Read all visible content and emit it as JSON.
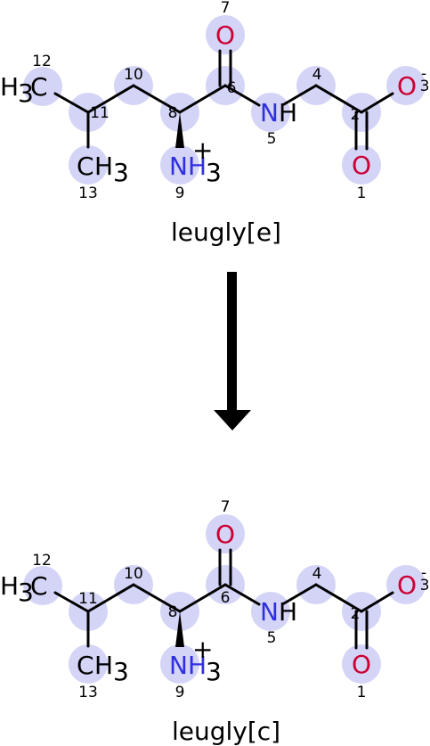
{
  "colors": {
    "carbon": "#000000",
    "oxygen": "#cc0033",
    "nitrogen": "#3030e0",
    "highlight": "#c9c9f5",
    "arrow": "#000000"
  },
  "molecules": [
    {
      "label": "leugly[e]",
      "atoms": {
        "a1": {
          "index": "1",
          "symbol": "O"
        },
        "a2": {
          "index": "2"
        },
        "a3": {
          "index": "3",
          "symbol": "O",
          "charge": "-"
        },
        "a4": {
          "index": "4"
        },
        "a5": {
          "index": "5",
          "symbol": "N",
          "h": "H"
        },
        "a6": {
          "index": "6"
        },
        "a7": {
          "index": "7",
          "symbol": "O"
        },
        "a8": {
          "index": "8"
        },
        "a9": {
          "index": "9",
          "symbol": "N",
          "h": "H",
          "hsub": "3",
          "charge": "+"
        },
        "a10": {
          "index": "10"
        },
        "a11": {
          "index": "11"
        },
        "a12": {
          "index": "12",
          "h": "H",
          "hsub": "3",
          "symbol": "C"
        },
        "a13": {
          "index": "13",
          "symbol": "C",
          "h": "H",
          "hsub": "3"
        }
      }
    },
    {
      "label": "leugly[c]",
      "atoms": {
        "a1": {
          "index": "1",
          "symbol": "O"
        },
        "a2": {
          "index": "2"
        },
        "a3": {
          "index": "3",
          "symbol": "O",
          "charge": "-"
        },
        "a4": {
          "index": "4"
        },
        "a5": {
          "index": "5",
          "symbol": "N",
          "h": "H"
        },
        "a6": {
          "index": "6"
        },
        "a7": {
          "index": "7",
          "symbol": "O"
        },
        "a8": {
          "index": "8"
        },
        "a9": {
          "index": "9",
          "symbol": "N",
          "h": "H",
          "hsub": "3",
          "charge": "+"
        },
        "a10": {
          "index": "10"
        },
        "a11": {
          "index": "11"
        },
        "a12": {
          "index": "12",
          "h": "H",
          "hsub": "3",
          "symbol": "C"
        },
        "a13": {
          "index": "13",
          "symbol": "C",
          "h": "H",
          "hsub": "3"
        }
      }
    }
  ]
}
